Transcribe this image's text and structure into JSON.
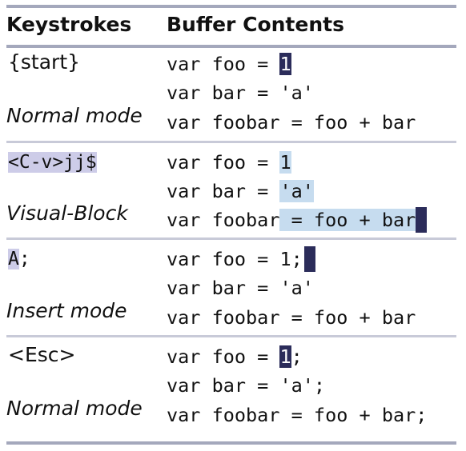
{
  "header": {
    "col1": "Keystrokes",
    "col2": "Buffer Contents"
  },
  "rows": [
    {
      "keystroke": "{start}",
      "mode": "Normal mode",
      "lines": [
        {
          "pre": "var foo = ",
          "cursor": "1",
          "post": ""
        },
        {
          "text": "var bar = 'a'"
        },
        {
          "text": "var foobar = foo + bar"
        }
      ]
    },
    {
      "keystroke": "<C-v>jj$",
      "mode": "Visual-Block",
      "lines": [
        {
          "pre": "var foo = ",
          "sel": "1"
        },
        {
          "pre": "var bar = ",
          "sel": "'a'"
        },
        {
          "pre": "var foobar",
          "sel": " = foo + bar"
        }
      ]
    },
    {
      "keystroke_hl": "A",
      "keystroke_rest": ";",
      "mode": "Insert mode",
      "lines": [
        {
          "pre": "var foo = 1;"
        },
        {
          "text": "var bar = 'a'"
        },
        {
          "text": "var foobar = foo + bar"
        }
      ]
    },
    {
      "keystroke": "<Esc>",
      "mode": "Normal mode",
      "lines": [
        {
          "pre": "var foo = ",
          "cursor": "1",
          "post": ";"
        },
        {
          "text": "var bar = 'a';"
        },
        {
          "text": "var foobar = foo + bar;"
        }
      ]
    }
  ],
  "colors": {
    "cursor": "#2b2c5a",
    "visual_selection": "#c6dcef",
    "keystroke_highlight": "#cdcce8",
    "rule": "#a4a8bc"
  }
}
